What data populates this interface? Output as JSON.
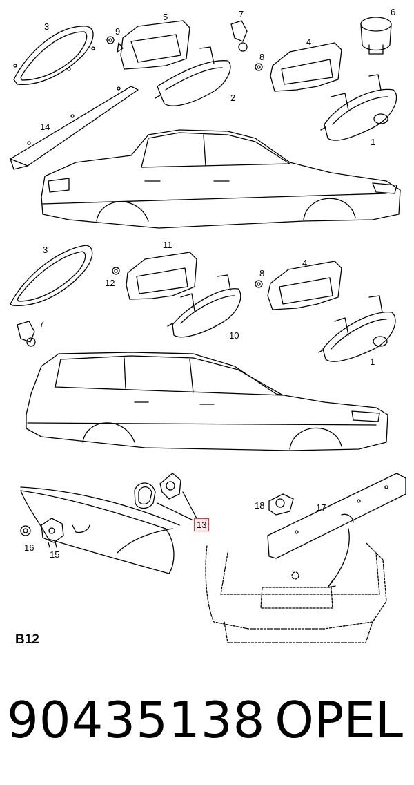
{
  "diagram": {
    "callouts": {
      "c1a": "1",
      "c2": "2",
      "c3a": "3",
      "c4a": "4",
      "c5": "5",
      "c6": "6",
      "c7a": "7",
      "c8a": "8",
      "c9": "9",
      "c14": "14",
      "c3b": "3",
      "c11": "11",
      "c12": "12",
      "c8b": "8",
      "c4b": "4",
      "c7b": "7",
      "c10": "10",
      "c1b": "1",
      "c18": "18",
      "c17": "17",
      "c13": "13",
      "c16": "16",
      "c15": "15"
    },
    "highlighted_callout": "13",
    "section_code": "B12"
  },
  "footer": {
    "part_number": "90435138",
    "brand": "OPEL"
  },
  "colors": {
    "line": "#000000",
    "highlight_border": "#e23b3b",
    "highlight_fill": "#fde9e9"
  }
}
